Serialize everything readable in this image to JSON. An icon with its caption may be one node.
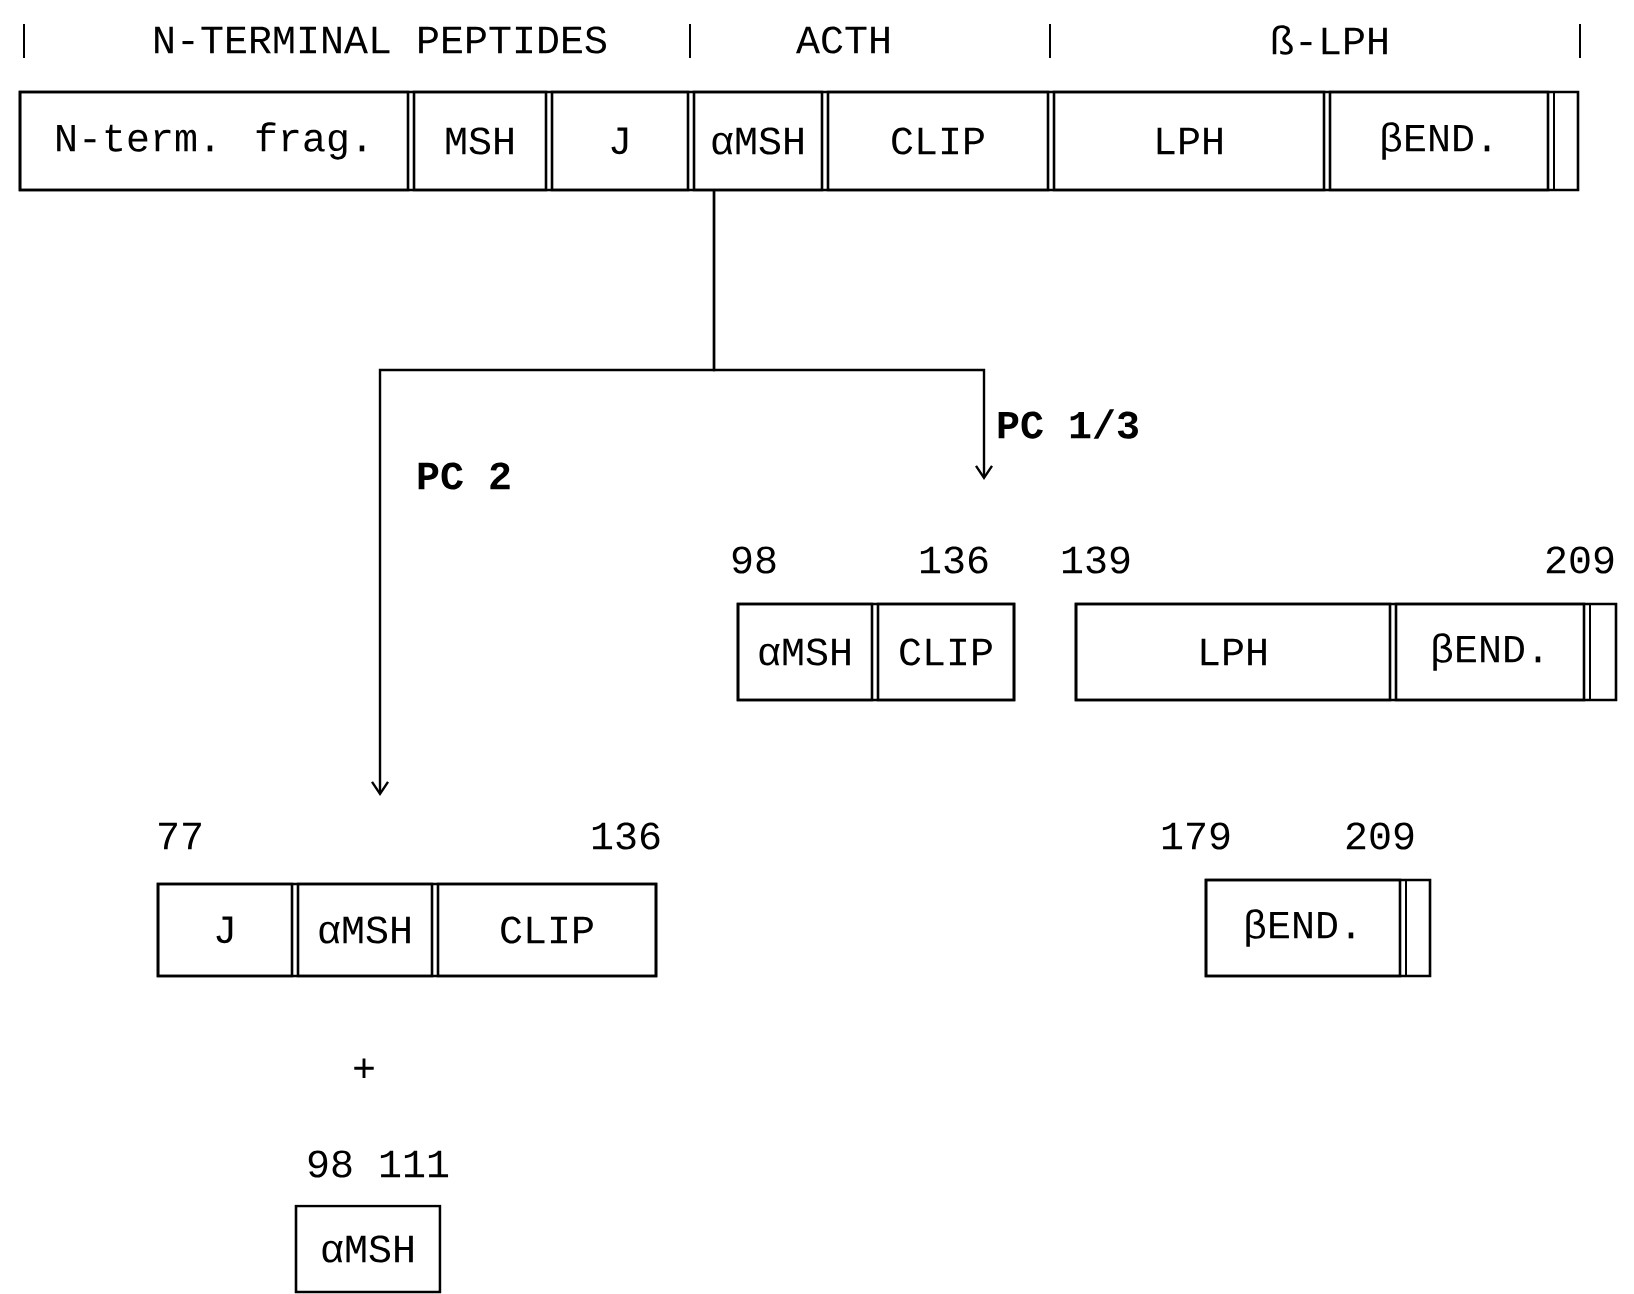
{
  "diagram": {
    "nodes": [
      {
        "text": [],
        "shape": "bar"
      },
      {
        "text": [
          "N-term. frag."
        ],
        "in": 0
      },
      {
        "text": [
          "MSH"
        ],
        "in": 0
      },
      {
        "text": [
          "J"
        ],
        "in": 0
      },
      {
        "text": [
          "αMSH"
        ],
        "in": 0
      },
      {
        "text": [
          "CLIP"
        ],
        "in": 0
      },
      {
        "text": [
          "LPH"
        ],
        "in": 0
      },
      {
        "text": [
          "βEND."
        ],
        "in": 0
      },
      {
        "text": [],
        "shape": "box",
        "in": 0
      },
      {
        "text": [],
        "shape": "bar",
        "beside": [
          "98",
          "136"
        ]
      },
      {
        "text": [
          "αMSH"
        ],
        "in": 9
      },
      {
        "text": [
          "CLIP"
        ],
        "in": 9
      },
      {
        "text": [],
        "shape": "bar",
        "beside": [
          "139",
          "209"
        ]
      },
      {
        "text": [
          "LPH"
        ],
        "in": 12
      },
      {
        "text": [
          "βEND."
        ],
        "in": 12
      },
      {
        "text": [],
        "shape": "box",
        "in": 12
      },
      {
        "text": [],
        "shape": "bar",
        "beside": [
          "77",
          "136"
        ]
      },
      {
        "text": [
          "J"
        ],
        "in": 16
      },
      {
        "text": [
          "αMSH"
        ],
        "in": 16
      },
      {
        "text": [
          "CLIP"
        ],
        "in": 16
      },
      {
        "text": [],
        "shape": "bar",
        "beside": [
          "179",
          "209"
        ]
      },
      {
        "text": [
          "βEND."
        ],
        "in": 20
      },
      {
        "text": [],
        "shape": "box",
        "in": 20
      },
      {
        "text": [
          "αMSH"
        ],
        "beside": [
          "98",
          "111"
        ]
      }
    ],
    "edges": [
      {
        "from": 0,
        "to": 16,
        "arrow": "to",
        "label": "PC 2"
      },
      {
        "from": 0,
        "to": 9,
        "arrow": "to",
        "label": "PC 1/3"
      }
    ],
    "labels": [
      "N-TERMINAL PEPTIDES",
      "ACTH",
      "ß-LPH",
      "+"
    ]
  }
}
